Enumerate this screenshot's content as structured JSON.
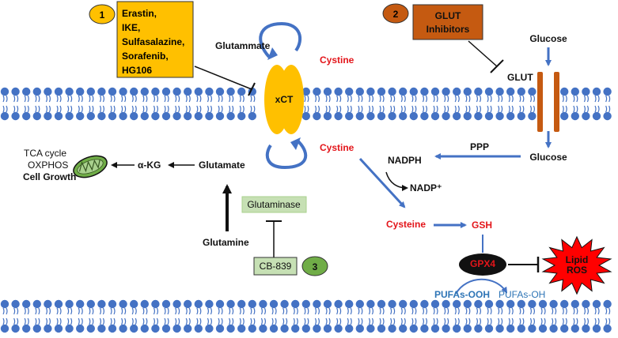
{
  "inhibitor_1": {
    "number": "1",
    "drugs": [
      "Erastin,",
      "IKE,",
      "Sulfasalazine,",
      "Sorafenib,",
      "HG106"
    ]
  },
  "inhibitor_2": {
    "number": "2",
    "lines": [
      "GLUT",
      "Inhibitors"
    ]
  },
  "inhibitor_3": {
    "number": "3",
    "drug": "CB-839"
  },
  "transporter_xct": "xCT",
  "transporter_glut": "GLUT",
  "metabolites": {
    "glutammate_out": "Glutammate",
    "cystine_out": "Cystine",
    "glucose_out": "Glucose",
    "glucose_in": "Glucose",
    "cystine_in": "Cystine",
    "glutamate": "Glutamate",
    "glutamine": "Glutamine",
    "akg": "α-KG",
    "cysteine": "Cysteine",
    "gsh": "GSH",
    "nadph": "NADPH",
    "nadp": "NADP⁺",
    "ppp": "PPP",
    "pufas_ooh": "PUFAs-OOH",
    "pufas_oh": "PUFAs-OH"
  },
  "enzymes": {
    "glutaminase": "Glutaminase",
    "gpx4": "GPX4"
  },
  "mito_outputs": [
    "TCA cycle",
    "OXPHOS",
    "Cell Growth"
  ],
  "lipid_ros": [
    "Lipid",
    "ROS"
  ],
  "colors": {
    "membrane": "#4472c4",
    "arrow_blue": "#4472c4",
    "xct_yellow": "#ffc000",
    "box_gold": "#ffc000",
    "glut_orange": "#c55a11",
    "enzyme_green": "#c6e0b4",
    "ros_red": "#ff0000",
    "red_text": "#e3151a",
    "mito_green": "#70ad47"
  }
}
